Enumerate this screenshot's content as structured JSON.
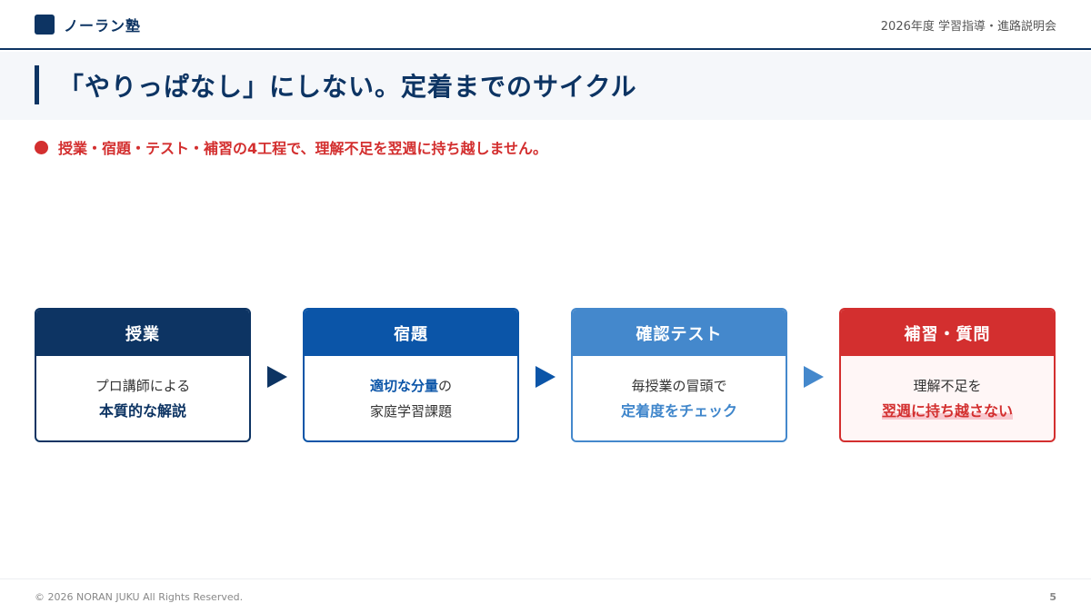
{
  "header": {
    "brand_name": "ノーラン塾",
    "event_title": "2026年度 学習指導・進路説明会"
  },
  "slide": {
    "title": "「やりっぱなし」にしない。定着までのサイクル",
    "subtitle": "授業・宿題・テスト・補習の4工程で、理解不足を翌週に持ち越しません。"
  },
  "cycle": {
    "steps": [
      {
        "title": "授業",
        "line1": "プロ講師による",
        "line2": "本質的な解説"
      },
      {
        "title": "宿題",
        "line1_em": "適切な分量",
        "line1_rest": "の",
        "line2": "家庭学習課題"
      },
      {
        "title": "確認テスト",
        "line1": "毎授業の冒頭で",
        "line2": "定着度をチェック"
      },
      {
        "title": "補習・質問",
        "line1": "理解不足を",
        "line2": "翌週に持ち越さない"
      }
    ]
  },
  "colors": {
    "navy": "#0d3463",
    "blue": "#0b55a8",
    "sky": "#4488cc",
    "red": "#d32f2f"
  },
  "footer": {
    "copyright": "© 2026 NORAN JUKU All Rights Reserved.",
    "page_number": "5"
  }
}
